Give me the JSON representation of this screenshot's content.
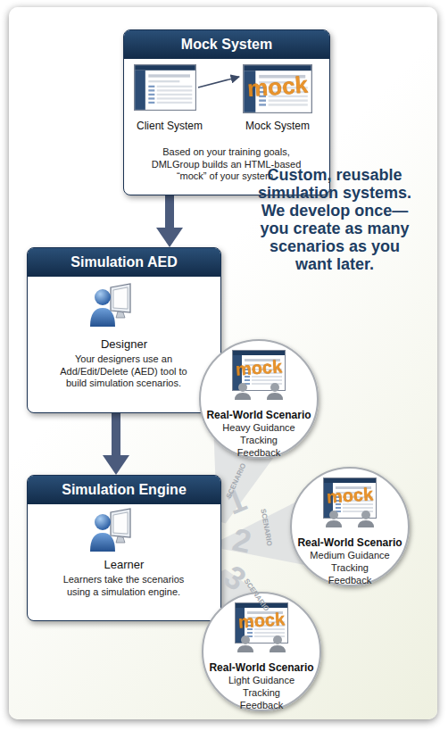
{
  "diagram": {
    "nodes": [
      {
        "text": [
          "Mock System",
          "Based on your training goals, DMLGroup builds an HTML-based “mock” of your system."
        ]
      },
      {
        "text": [
          "Simulation AED",
          "Designer",
          "Your designers use an Add/Edit/Delete (AED) tool to build simulation scenarios."
        ]
      },
      {
        "text": [
          "Simulation Engine",
          "Learner",
          "Learners take the scenarios using a simulation engine."
        ]
      },
      {
        "text": [
          "Real-World Scenario",
          "Heavy Guidance Tracking Feedback"
        ]
      },
      {
        "text": [
          "Real-World Scenario",
          "Medium Guidance Tracking Feedback"
        ]
      },
      {
        "text": [
          "Real-World Scenario",
          "Light Guidance Tracking Feedback"
        ]
      }
    ],
    "edges": [
      {
        "from": 0,
        "to": 1,
        "arrow": "to"
      },
      {
        "from": 1,
        "to": 2,
        "arrow": "to"
      },
      {
        "from": 2,
        "to": 3,
        "arrow": "none"
      },
      {
        "from": 2,
        "to": 4,
        "arrow": "none"
      },
      {
        "from": 2,
        "to": 5,
        "arrow": "none"
      }
    ],
    "labels": [
      "Client System",
      "Mock System",
      "mock",
      "mock",
      "mock",
      "mock",
      "Custom, reusable simulation systems. We develop once—you create as many scenarios as you want later.",
      "1",
      "SCENARIO",
      "2",
      "SCENARIO",
      "3",
      "SCENARIO"
    ]
  }
}
